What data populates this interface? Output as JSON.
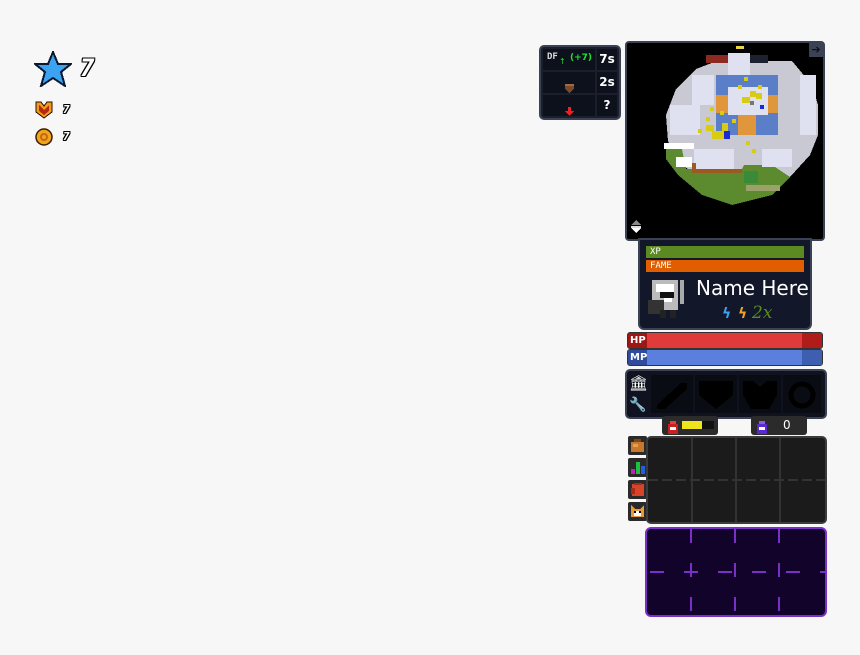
{
  "currency": {
    "stars": {
      "icon": "star-icon",
      "value": "7",
      "color": "#3ba3f2"
    },
    "fame": {
      "icon": "fame-icon",
      "value": "7"
    },
    "gold": {
      "icon": "gold-coin-icon",
      "value": "7"
    }
  },
  "timers": {
    "rows": [
      {
        "icon": "defense-buff-icon",
        "label": "DF",
        "bonus": "(+7)",
        "time": "7s"
      },
      {
        "icon": "shield-icon",
        "time": "2s"
      },
      {
        "icon": "down-arrow-icon",
        "time": "?"
      }
    ]
  },
  "minimap": {
    "expand_icon": "arrow-right-icon",
    "zoom_icon": "zoom-toggle-icon"
  },
  "character": {
    "xp_label": "XP",
    "fame_label": "FAME",
    "name": "Name Here",
    "multiplier": "2x",
    "colors": {
      "xp": "#5b8a23",
      "fame": "#e05e00"
    }
  },
  "stats": {
    "hp_label": "HP",
    "mp_label": "MP",
    "hp_color": "#e03a3a",
    "mp_color": "#5b7fdd"
  },
  "equipment": {
    "side_icons": [
      "vault-icon",
      "wrench-icon"
    ],
    "slots": [
      "weapon-slot",
      "ability-slot",
      "armor-slot",
      "ring-slot"
    ]
  },
  "potions": {
    "health_potion": {
      "icon": "health-potion-icon"
    },
    "magic_potion": {
      "icon": "magic-potion-icon",
      "count": "0"
    }
  },
  "inventory": {
    "tabs": [
      "pouch-icon",
      "stats-chart-icon",
      "backpack-icon",
      "pet-icon"
    ]
  }
}
